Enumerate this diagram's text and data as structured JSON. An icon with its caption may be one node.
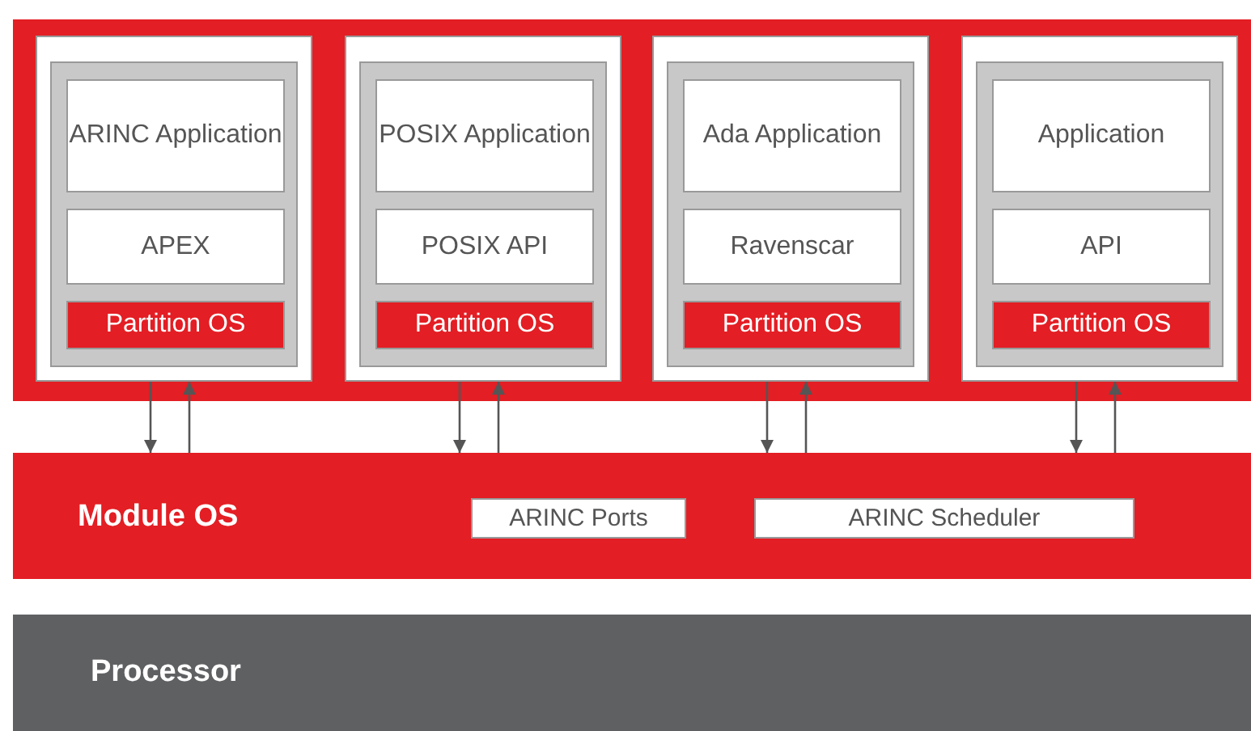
{
  "diagram": {
    "nodes": [
      {
        "text": [],
        "shape": "box"
      },
      {
        "text": [],
        "shape": "box",
        "in": 0
      },
      {
        "text": [
          "ARINC Application"
        ],
        "in": 1
      },
      {
        "text": [
          "APEX"
        ],
        "in": 1
      },
      {
        "text": [
          "Partition OS"
        ],
        "in": 1
      },
      {
        "text": [],
        "shape": "box",
        "in": 0
      },
      {
        "text": [
          "POSIX Application"
        ],
        "in": 5
      },
      {
        "text": [
          "POSIX API"
        ],
        "in": 5
      },
      {
        "text": [
          "Partition OS"
        ],
        "in": 5
      },
      {
        "text": [],
        "shape": "box",
        "in": 0
      },
      {
        "text": [
          "Ada Application"
        ],
        "in": 9
      },
      {
        "text": [
          "Ravenscar"
        ],
        "in": 9
      },
      {
        "text": [
          "Partition OS"
        ],
        "in": 9
      },
      {
        "text": [],
        "shape": "box",
        "in": 0
      },
      {
        "text": [
          "Application"
        ],
        "in": 13
      },
      {
        "text": [
          "API"
        ],
        "in": 13
      },
      {
        "text": [
          "Partition OS"
        ],
        "in": 13
      },
      {
        "text": [
          "Module OS"
        ]
      },
      {
        "text": [
          "ARINC Ports"
        ],
        "in": 17
      },
      {
        "text": [
          "ARINC Scheduler"
        ],
        "in": 17
      },
      {
        "text": [
          "Processor"
        ]
      }
    ],
    "edges": [
      {
        "from": 1,
        "to": 17,
        "arrow": "to"
      },
      {
        "from": 17,
        "to": 1,
        "arrow": "to"
      },
      {
        "from": 5,
        "to": 17,
        "arrow": "to"
      },
      {
        "from": 17,
        "to": 5,
        "arrow": "to"
      },
      {
        "from": 9,
        "to": 17,
        "arrow": "to"
      },
      {
        "from": 17,
        "to": 9,
        "arrow": "to"
      },
      {
        "from": 13,
        "to": 17,
        "arrow": "to"
      },
      {
        "from": 17,
        "to": 13,
        "arrow": "to"
      }
    ]
  }
}
